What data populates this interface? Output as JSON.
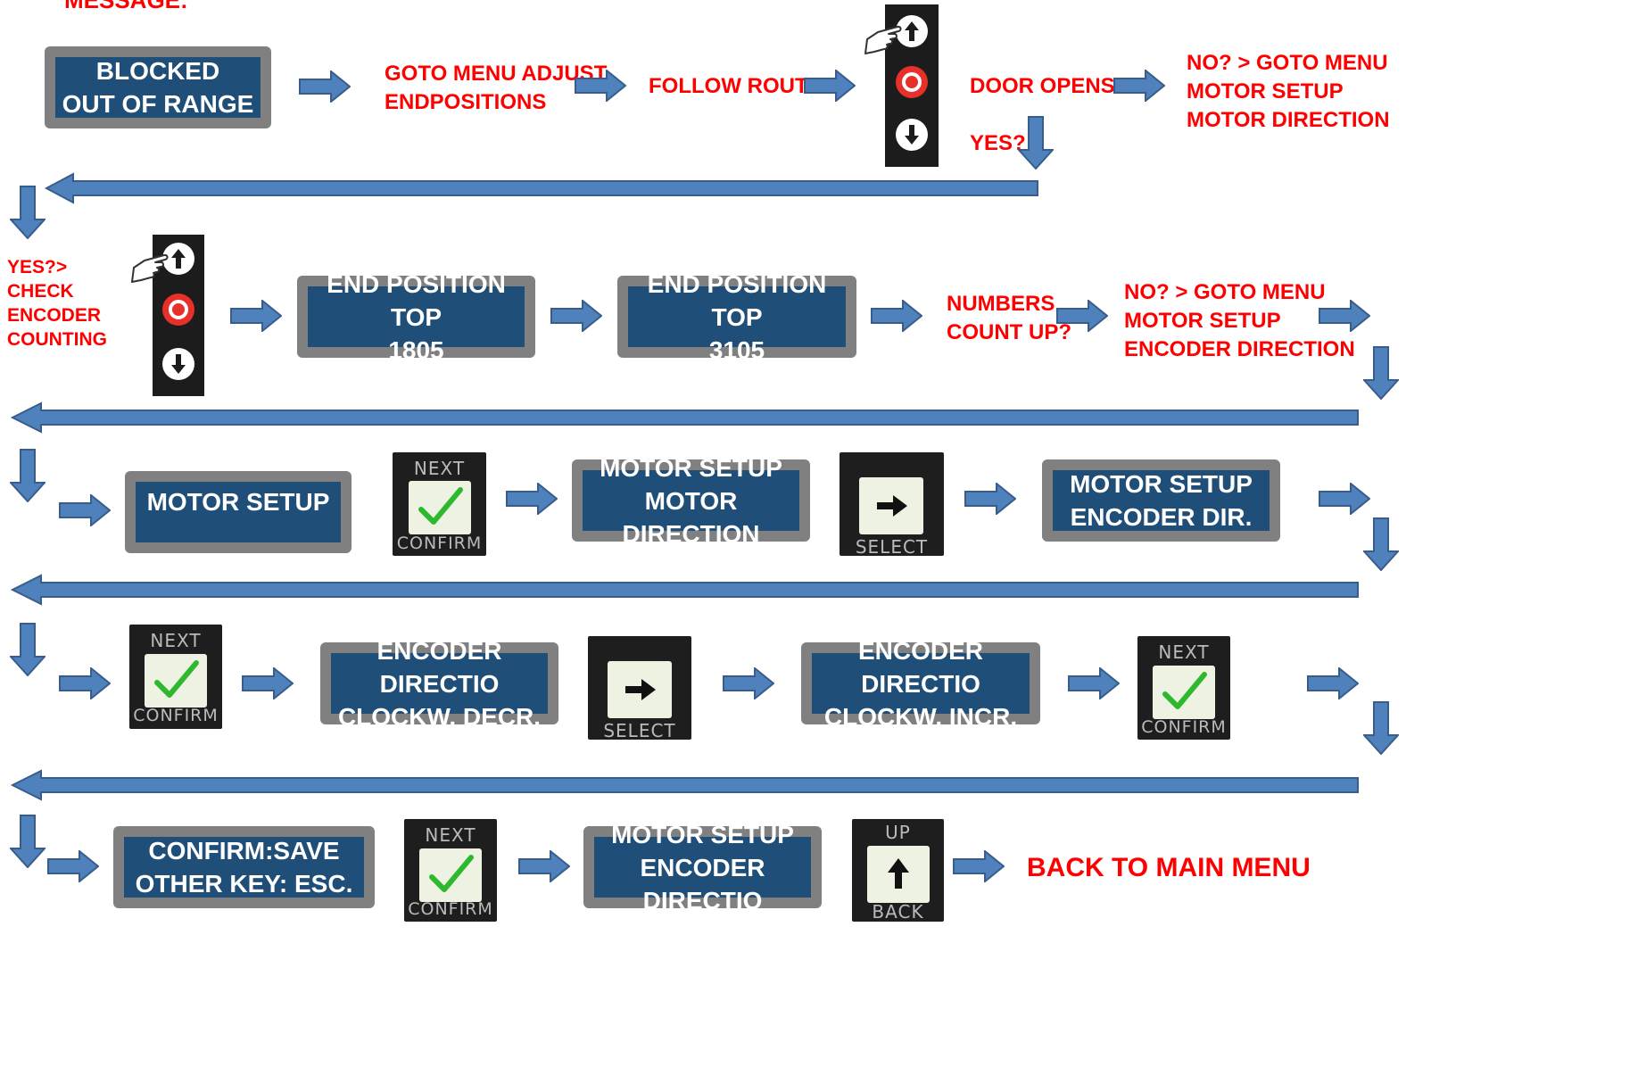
{
  "top_text": "MESSAGE:",
  "lcds": [
    {
      "id": "blocked",
      "line1": "BLOCKED",
      "line2": "OUT OF RANGE"
    },
    {
      "id": "end-pos-1805",
      "line1": "END POSITION TOP",
      "line2": "1805"
    },
    {
      "id": "end-pos-3105",
      "line1": "END POSITION TOP",
      "line2": "3105"
    },
    {
      "id": "motor-setup",
      "line1": "MOTOR SETUP",
      "line2": ""
    },
    {
      "id": "motor-direction",
      "line1": "MOTOR SETUP",
      "line2": "MOTOR DIRECTION"
    },
    {
      "id": "encoder-dir",
      "line1": "MOTOR SETUP",
      "line2": "ENCODER DIR."
    },
    {
      "id": "enc-decr",
      "line1": "ENCODER DIRECTIO",
      "line2": "CLOCKW. DECR."
    },
    {
      "id": "enc-incr",
      "line1": "ENCODER DIRECTIO",
      "line2": "CLOCKW. INCR."
    },
    {
      "id": "confirm-save",
      "line1": "CONFIRM:SAVE",
      "line2": "OTHER KEY: ESC."
    },
    {
      "id": "motor-setup-enc",
      "line1": "MOTOR SETUP",
      "line2": "ENCODER DIRECTIO"
    }
  ],
  "labels": {
    "goto_adjust": [
      "GOTO MENU ADJUST",
      "ENDPOSITIONS"
    ],
    "follow_routine": [
      "FOLLOW ROUTINE"
    ],
    "door_opens": [
      "DOOR OPENS??"
    ],
    "no_motor_dir": [
      "NO? > GOTO MENU",
      "MOTOR SETUP",
      "MOTOR DIRECTION"
    ],
    "yes": [
      "YES?"
    ],
    "yes_check": [
      "YES?>",
      "CHECK",
      "ENCODER",
      "COUNTING"
    ],
    "numbers_count": [
      "NUMBERS",
      "COUNT UP?"
    ],
    "no_encoder_dir": [
      "NO? > GOTO MENU",
      "MOTOR SETUP",
      "ENCODER DIRECTION"
    ],
    "back_main": "BACK TO MAIN MENU"
  },
  "keys": {
    "next": "NEXT",
    "confirm": "CONFIRM",
    "select": "SELECT",
    "up": "UP",
    "back": "BACK"
  },
  "colors": {
    "lcd_bezel": "#808080",
    "lcd_screen": "#1f4e79",
    "arrow_fill": "#4f81bd",
    "arrow_border": "#385d8a",
    "label_red": "#ff0000",
    "check_green": "#2eb82e",
    "stop_red": "#e8302a"
  }
}
